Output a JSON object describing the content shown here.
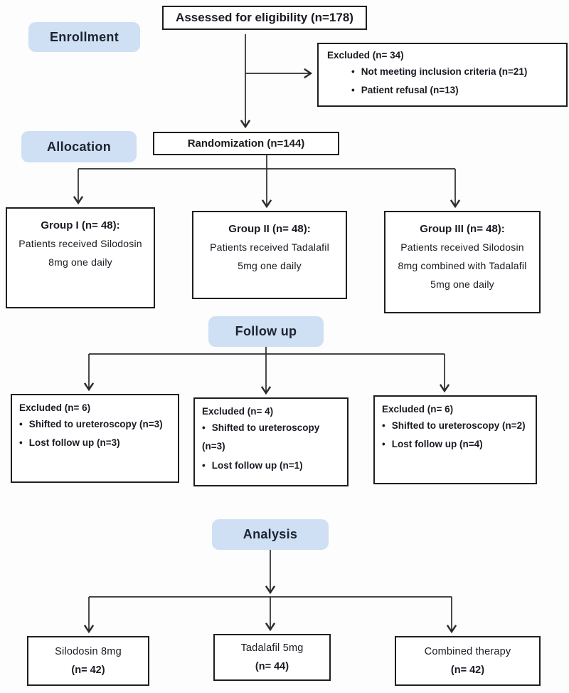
{
  "colors": {
    "stage_bg": "#cfdff4",
    "border_color": "#1f1f1f",
    "arrow_color": "#2b2b2b"
  },
  "stages": {
    "enrollment": "Enrollment",
    "allocation": "Allocation",
    "follow_up": "Follow up",
    "analysis": "Analysis"
  },
  "boxes": {
    "assessed": {
      "text": "Assessed for eligibility (n=178)"
    },
    "excluded_enrollment": {
      "title": "Excluded (n= 34)",
      "bullets": [
        "Not meeting inclusion criteria (n=21)",
        "Patient refusal (n=13)"
      ]
    },
    "randomization": {
      "text": "Randomization (n=144)"
    },
    "groups": [
      {
        "title": "Group I (n= 48):",
        "body": "Patients received Silodosin 8mg one daily"
      },
      {
        "title": "Group II (n= 48):",
        "body": "Patients received Tadalafil 5mg one daily"
      },
      {
        "title": "Group III (n= 48):",
        "body": "Patients received Silodosin 8mg combined with Tadalafil 5mg one daily"
      }
    ],
    "followup_excluded": [
      {
        "title": "Excluded (n= 6)",
        "bullets": [
          "Shifted to ureteroscopy (n=3)",
          "Lost follow up (n=3)"
        ]
      },
      {
        "title": "Excluded (n= 4)",
        "bullets": [
          "Shifted to ureteroscopy (n=3)",
          "Lost follow up (n=1)"
        ]
      },
      {
        "title": "Excluded (n= 6)",
        "bullets": [
          "Shifted to ureteroscopy (n=2)",
          "Lost follow up (n=4)"
        ]
      }
    ],
    "analysis_boxes": [
      {
        "line1": "Silodosin 8mg",
        "line2": "(n= 42)"
      },
      {
        "line1": "Tadalafil 5mg",
        "line2": "(n= 44)"
      },
      {
        "line1": "Combined therapy",
        "line2": "(n= 42)"
      }
    ]
  }
}
